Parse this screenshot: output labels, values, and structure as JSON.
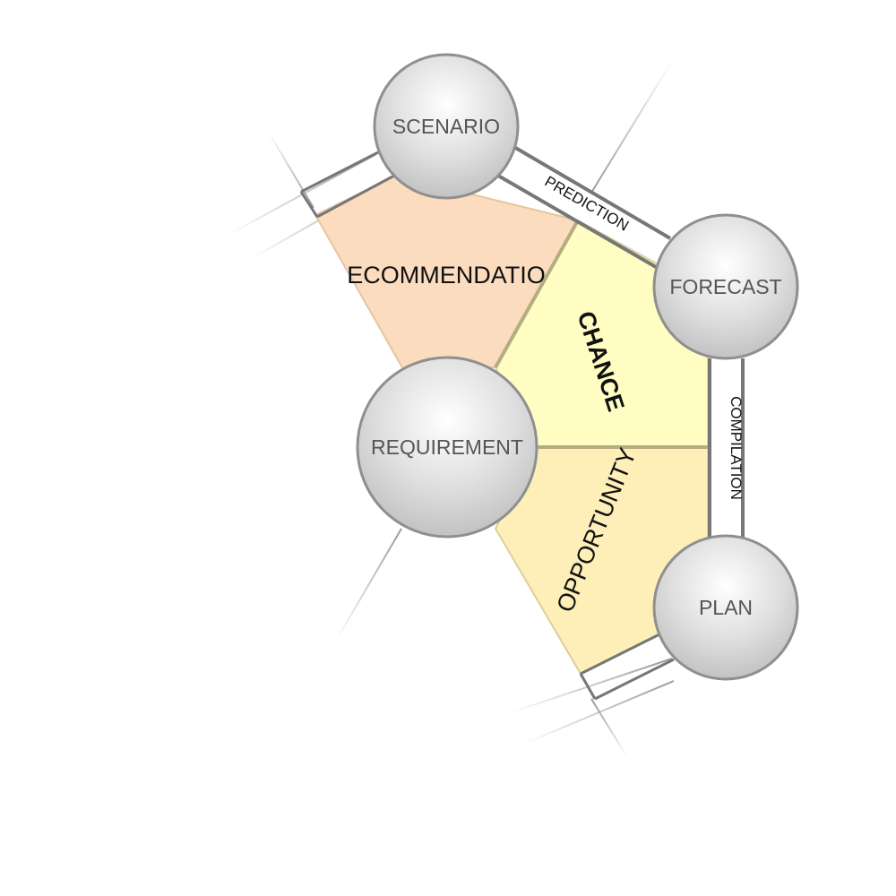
{
  "nodes": {
    "scenario": "SCENARIO",
    "forecast": "FORECAST",
    "requirement": "REQUIREMENT",
    "plan": "PLAN"
  },
  "regions": {
    "recommendation": "ECOMMENDATIO",
    "chance": "CHANCE",
    "opportunity": "OPPORTUNITY"
  },
  "links": {
    "prediction": "PREDICTION",
    "compilation": "COMPILATION"
  },
  "colors": {
    "recommendation_fill": "#fbdcbe",
    "chance_fill": "#fffdc2",
    "opportunity_fill": "#fdefb7",
    "node_fill": "#dcdcdc",
    "edge": "#777777"
  }
}
